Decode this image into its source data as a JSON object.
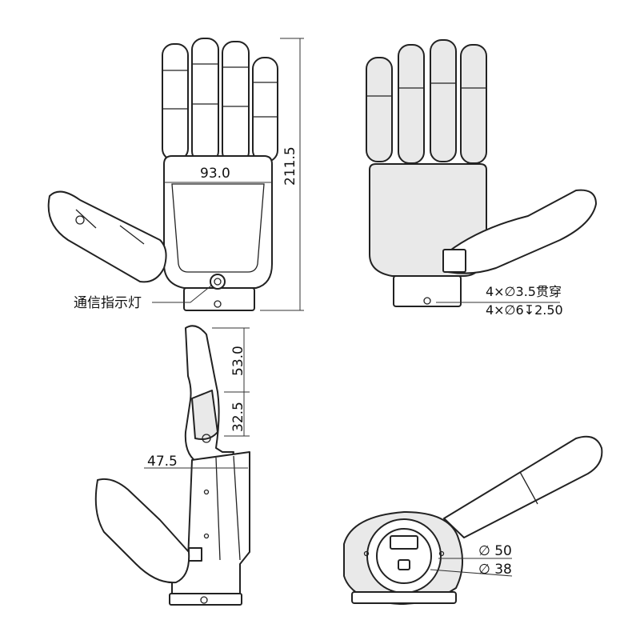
{
  "views": {
    "front": {
      "width_label": "93.0",
      "height_label": "211.5",
      "callout_label": "通信指示灯"
    },
    "back": {
      "hole_note_1": "4×∅3.5贯穿",
      "hole_note_2": "4×∅6↧2.50"
    },
    "side": {
      "tip_length": "53.0",
      "mid_length": "32.5",
      "palm_depth": "47.5"
    },
    "bottom": {
      "outer_diameter": "∅ 50",
      "inner_diameter": "∅ 38"
    }
  }
}
